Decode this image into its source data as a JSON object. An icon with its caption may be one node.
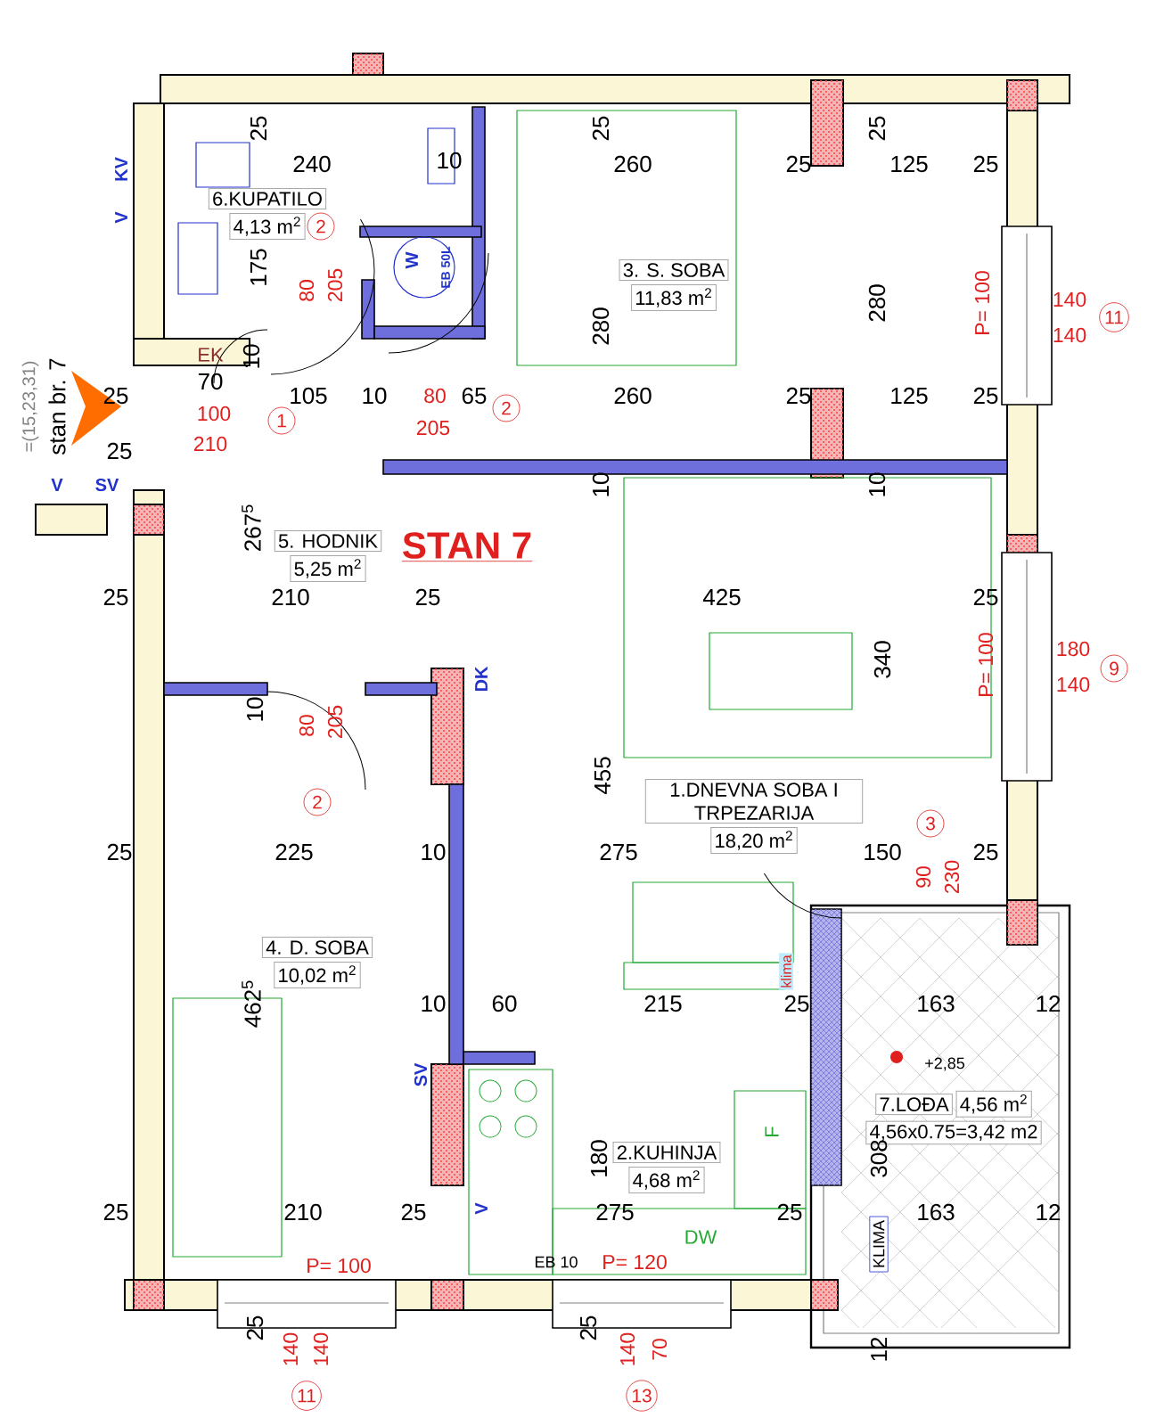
{
  "diagram": {
    "title": "STAN 7",
    "nodes": [
      {
        "text": [
          "6.KUPATILO",
          "4,13 m$^{2}$"
        ]
      },
      {
        "text": [
          "3. S. SOBA",
          "11,83 m$^{2}$"
        ]
      },
      {
        "text": [
          "5. HODNIK",
          "5,25 m$^{2}$"
        ]
      },
      {
        "text": [
          "1.DNEVNA SOBA I TRPEZARIJA",
          "18,20 m$^{2}$"
        ]
      },
      {
        "text": [
          "4. D. SOBA",
          "10,02 m$^{2}$"
        ]
      },
      {
        "text": [
          "2.KUHINJA",
          "4,68 m$^{2}$"
        ]
      },
      {
        "text": [
          "7.LOĐA",
          "4,56 m$^{2}$",
          "4,56x0.75=3,42 m2"
        ]
      }
    ],
    "labels": [
      "25",
      "240",
      "10",
      "25",
      "260",
      "25",
      "25",
      "125",
      "25",
      "KV",
      "V",
      "2",
      "175",
      "W",
      "EB 50L",
      "80",
      "205",
      "280",
      "280",
      "P= 100",
      "140",
      "140",
      "11",
      "EK",
      "10",
      "25",
      "70",
      "100",
      "105",
      "10",
      "80",
      "65",
      "2",
      "260",
      "25",
      "125",
      "25",
      "1",
      "210",
      "205",
      "=(15,23,31)",
      "stan br. 7",
      "25",
      "V",
      "SV",
      "10",
      "10",
      "267$^{5}$",
      "25",
      "210",
      "25",
      "425",
      "25",
      "340",
      "P= 100",
      "180",
      "140",
      "9",
      "DK",
      "10",
      "80",
      "205",
      "455",
      "2",
      "3",
      "25",
      "225",
      "10",
      "275",
      "150",
      "25",
      "90",
      "230",
      "klima",
      "462$^{5}$",
      "10",
      "60",
      "215",
      "25",
      "163",
      "12",
      "+2,85",
      "SV",
      "F",
      "180",
      "308",
      "V",
      "25",
      "210",
      "25",
      "275",
      "25",
      "163",
      "12",
      "P= 100",
      "EB 10",
      "P= 120",
      "DW",
      "KLIMA",
      "25",
      "140",
      "140",
      "25",
      "140",
      "70",
      "12",
      "11",
      "13"
    ]
  }
}
